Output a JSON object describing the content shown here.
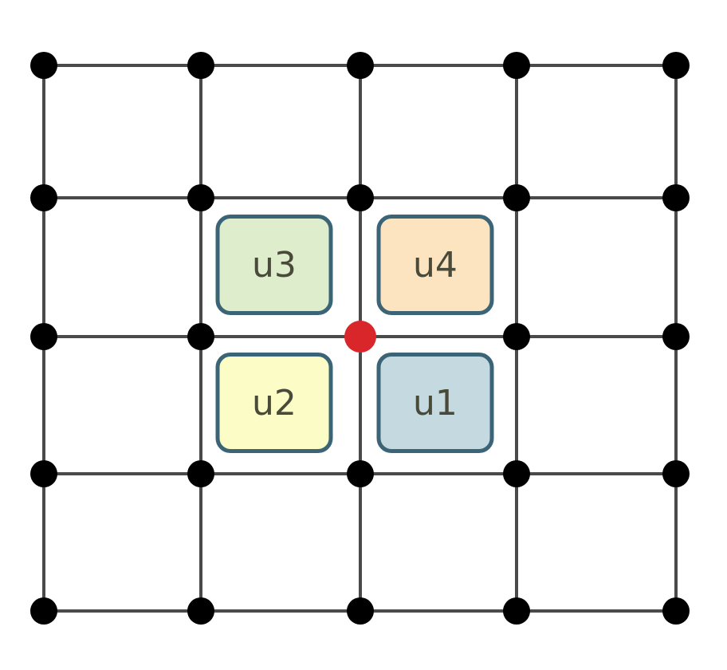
{
  "diagram": {
    "colors": {
      "grid_line": "#4a4a4a",
      "node": "#000000",
      "highlight_node": "#d9262b",
      "box_border": "#3b6476",
      "label_text": "#4a4a3a"
    },
    "grid": {
      "columns": 5,
      "rows": 5
    },
    "highlight_node": {
      "col": 2,
      "row": 2
    },
    "cells": [
      {
        "label": "u3",
        "fill": "#deedcb",
        "col": 1,
        "row": 1
      },
      {
        "label": "u4",
        "fill": "#fbe4bf",
        "col": 2,
        "row": 1
      },
      {
        "label": "u2",
        "fill": "#fcfcc6",
        "col": 1,
        "row": 2
      },
      {
        "label": "u1",
        "fill": "#c4d9e0",
        "col": 2,
        "row": 2
      }
    ]
  }
}
